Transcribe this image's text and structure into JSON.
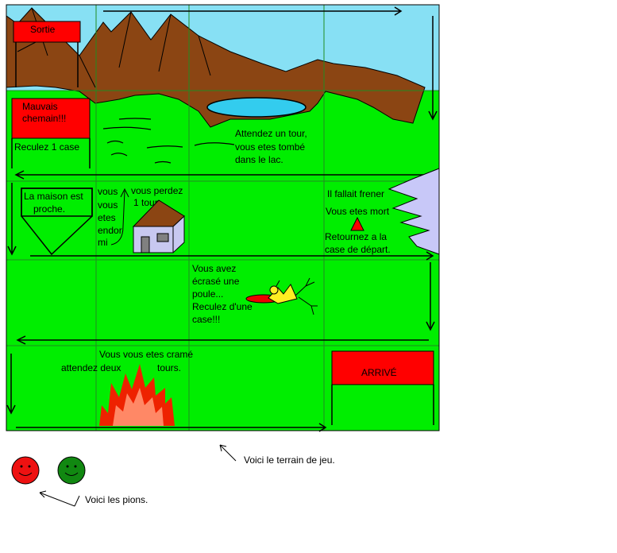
{
  "board": {
    "sky_color": "#87e0f4",
    "grass_color": "#00ee00",
    "mountain_color": "#8b4513",
    "lake_color": "#33ccee",
    "sign_color": "#ff0000",
    "grid_color": "#228b22"
  },
  "squares": {
    "start": {
      "label": "Sortie"
    },
    "wrong_way": {
      "title_line1": "Mauvais",
      "title_line2": "chemain!!!",
      "action": "Reculez 1 case"
    },
    "lake": {
      "line1": "Attendez un tour,",
      "line2": "vous etes tombé",
      "line3": "dans le lac."
    },
    "house_sign": {
      "line1": "La maison est",
      "line2": "proche."
    },
    "sleep": {
      "line1": "vous",
      "line2": "vous",
      "line3": "etes",
      "line4": "endor",
      "line5": "mi"
    },
    "lose_turn": {
      "line1": "vous perdez",
      "line2": "1 tour"
    },
    "crash": {
      "line1": "Il fallait frener",
      "line2": "Vous etes mort",
      "line3": "Retournez a la",
      "line4": "case de départ."
    },
    "chicken": {
      "line1": "Vous avez",
      "line2": "écrasé une",
      "line3": "poule...",
      "line4": "Reculez d'une",
      "line5": "case!!!"
    },
    "fire": {
      "line1": "Vous vous etes cramé",
      "line2": "attendez deux",
      "line3": "tours."
    },
    "finish": {
      "label": "ARRIVÉ"
    }
  },
  "captions": {
    "terrain": "Voici le terrain de jeu.",
    "pawns": "Voici les pions."
  },
  "pawns": [
    {
      "color": "#ee1111"
    },
    {
      "color": "#118811"
    }
  ]
}
